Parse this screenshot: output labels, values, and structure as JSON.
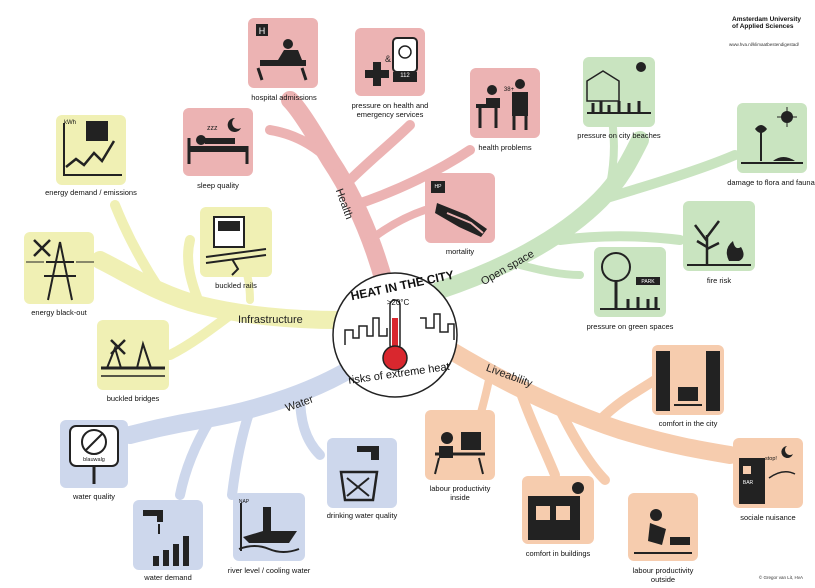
{
  "header": {
    "org_name_line1": "Amsterdam University",
    "org_name_line2": "of Applied Sciences",
    "url": "www.hva.nl/klimaatbestendigestad/",
    "credit": "© Gregor van Lit, HvA"
  },
  "center": {
    "title": "HEAT IN THE CITY",
    "temperature": ">20°C",
    "subtitle": "risks of extreme heat"
  },
  "branches": {
    "health": "Health",
    "open_space": "Open space",
    "liveability": "Liveability",
    "water": "Water",
    "infrastructure": "Infrastructure"
  },
  "tiles": {
    "hospital_admissions": "hospital admissions",
    "pressure_health_1": "pressure on health and",
    "pressure_health_2": "emergency services",
    "pressure_health_number": "112",
    "health_problems": "health problems",
    "health_problems_temp": "38+",
    "sleep_quality": "sleep quality",
    "mortality": "mortality",
    "mortality_tag": "HP",
    "energy_demand": "energy demand / emissions",
    "energy_unit": "kWh",
    "buckled_rails": "buckled rails",
    "energy_blackout": "energy black-out",
    "buckled_bridges": "buckled bridges",
    "water_quality": "water quality",
    "water_sign": "blauwalg",
    "water_demand": "water demand",
    "river_level": "river level / cooling water",
    "river_tag": "NAP",
    "drinking_water": "drinking water quality",
    "labour_inside_1": "labour productivity",
    "labour_inside_2": "inside",
    "comfort_buildings": "comfort in buildings",
    "labour_outside_1": "labour productivity",
    "labour_outside_2": "outside",
    "comfort_city": "comfort in the city",
    "social_nuisance": "sociale nuisance",
    "nuisance_stop": "stop!",
    "nuisance_bar": "BAR",
    "city_beaches": "pressure on city beaches",
    "flora_fauna": "damage to flora and fauna",
    "fire_risk": "fire risk",
    "green_spaces": "pressure on green spaces",
    "green_sign": "PARK"
  },
  "colors": {
    "health": "#ecb3b3",
    "open_space": "#c9e4c0",
    "infrastructure": "#f0f0b4",
    "water": "#cdd7ec",
    "liveability": "#f6ccae",
    "thermometer": "#d9272e"
  }
}
